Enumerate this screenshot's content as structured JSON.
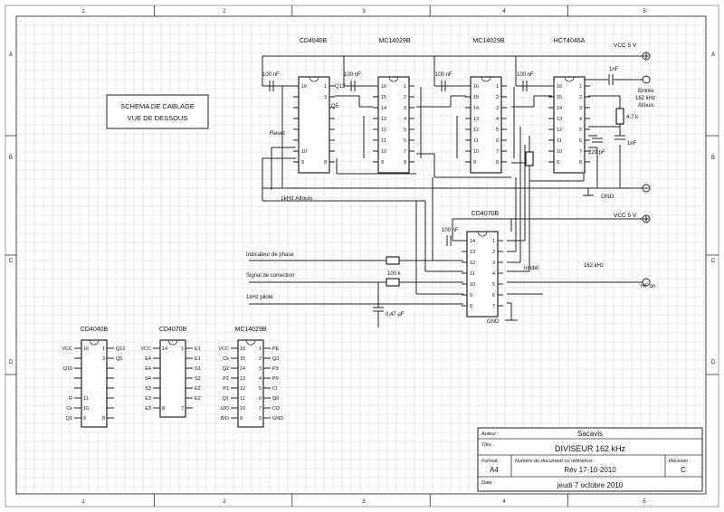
{
  "border": {
    "columns": [
      "1",
      "2",
      "3",
      "4",
      "5"
    ],
    "rows": [
      "A",
      "B",
      "C",
      "D"
    ]
  },
  "title_box": {
    "line1": "SCHEMA DE CABLAGE",
    "line2": "VUE DE DESSOUS"
  },
  "chips": {
    "c1": {
      "name": "CD4040B"
    },
    "c2": {
      "name": "MC14029B"
    },
    "c3": {
      "name": "MC14029B"
    },
    "c4": {
      "name": "HCT4046A"
    },
    "c5": {
      "name": "CD4070B"
    }
  },
  "caps": {
    "c100": "100 nF",
    "c1nf": "1nF",
    "c220": "220 pF",
    "c047": "0,47 µF"
  },
  "resistors": {
    "r47": "4,7 k",
    "r100": "100 k"
  },
  "labels": {
    "vcc": "VCC 5 V",
    "entree1": "Entrée",
    "entree2": "162 kHz",
    "entree3": "Allouis",
    "gnd": "GND",
    "reset": "Reset",
    "allouis1k": "1kHz Allouis",
    "phase": "Indicateur de phase",
    "correction": "Signal de correction",
    "pilote": "1kHz piloté",
    "inhibit": "Inhibit",
    "f162": "162 kHz",
    "hfon": "HF on",
    "q12": "Q12",
    "q5": "Q5"
  },
  "pinouts": {
    "p1": {
      "name": "CD4040B",
      "left": [
        [
          "VCC",
          "16"
        ],
        [
          "",
          ""
        ],
        [
          "Q10",
          ""
        ],
        [
          "",
          ""
        ],
        [
          "",
          ""
        ],
        [
          "R",
          "11"
        ],
        [
          "Ck",
          "10"
        ],
        [
          "Q1",
          "9"
        ]
      ],
      "right": [
        [
          "1",
          "Q12"
        ],
        [
          "3",
          "Q5"
        ],
        [
          "",
          ""
        ],
        [
          "",
          ""
        ],
        [
          "",
          ""
        ],
        [
          "",
          ""
        ],
        [
          "",
          ""
        ],
        [
          "8",
          ""
        ]
      ]
    },
    "p2": {
      "name": "CD4070B",
      "left": [
        [
          "VCC",
          "14"
        ],
        [
          "E4",
          ""
        ],
        [
          "E4",
          ""
        ],
        [
          "S4",
          ""
        ],
        [
          "S3",
          ""
        ],
        [
          "E3",
          ""
        ],
        [
          "E3",
          "8"
        ]
      ],
      "right": [
        [
          "1",
          "E1"
        ],
        [
          "",
          "E1"
        ],
        [
          "",
          "S1"
        ],
        [
          "",
          "S2"
        ],
        [
          "",
          "E2"
        ],
        [
          "",
          "E2"
        ],
        [
          "7",
          ""
        ]
      ]
    },
    "p3": {
      "name": "MC14029B",
      "left": [
        [
          "VCC",
          "16"
        ],
        [
          "Ck",
          "15"
        ],
        [
          "Q2",
          "14"
        ],
        [
          "P2",
          "13"
        ],
        [
          "P1",
          "12"
        ],
        [
          "Q1",
          "11"
        ],
        [
          "U/D",
          "10"
        ],
        [
          "B/D",
          "9"
        ]
      ],
      "right": [
        [
          "1",
          "PE"
        ],
        [
          "2",
          "Q3"
        ],
        [
          "3",
          "P3"
        ],
        [
          "4",
          "P0"
        ],
        [
          "5",
          "CI"
        ],
        [
          "6",
          "Q0"
        ],
        [
          "7",
          "CO"
        ],
        [
          "8",
          "GND"
        ]
      ]
    }
  },
  "cartouche": {
    "auteur_label": "Auteur :",
    "auteur": "Sacavis",
    "titre_label": "Titre :",
    "titre": "DIVISEUR  162 kHz",
    "format_label": "Format :",
    "format": "A4",
    "doc_label": "Numéro du document ou référence :",
    "doc": "Rév 17-10-2010",
    "rev_label": "Révision :",
    "rev": "C",
    "date_label": "Date :",
    "date": "jeudi 7 octobre 2010"
  }
}
